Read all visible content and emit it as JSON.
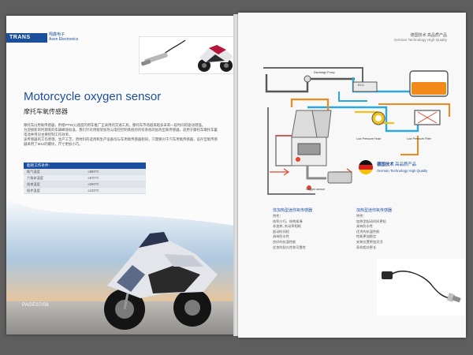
{
  "left_page": {
    "logo": {
      "brand": "TRANS",
      "cn": "翔鑫电子",
      "en": "Asen Electronics"
    },
    "title": "Motorcycle oxygen sensor",
    "subtitle": "摩托车氧传感器",
    "body_text": [
      "摩托车(I)用氧传感器，用相PTW(1)速度的用车推广正采用的交通工具，摩托车市场越来越多未来一段时间的驱动增强。",
      "为迎接新的时期来的车辆峰值标准，我们针对用框架加热与电控控制系统的所有系统的加热型氧传感器，适用于摩托车摩托车蓄电池并用对主要控制工作效率。",
      "该传感器的工作原理、生产工艺、原材料的选用和生产设备均与车用氧传感器相同，只需要对于汽车用氧传感器，设存型氧传感器采用了M12的螺纹，尺寸更加小巧。"
    ],
    "table": {
      "header": "能耗工作条件:",
      "rows": [
        [
          "氧气温度",
          "≤850℃"
        ],
        [
          "六角体温度",
          "≤570℃"
        ],
        [
          "线束温度",
          "≤260℃"
        ],
        [
          "插件温度",
          "≤120℃"
        ]
      ]
    },
    "page_number": "PAGE07/08"
  },
  "right_page": {
    "header_cn": "德国技术 高品质产品",
    "header_en": "German Technology High Quality",
    "diagram_labels": {
      "discharge_pump": "Discharge Pump",
      "ecu": "ECU",
      "low_pressure_hose": "Low Pressure Hose",
      "low_pressure_filter": "Low Pressure Filter",
      "oxygen_sensor": "Oxygen sensor"
    },
    "germany_badge": {
      "cn_bold": "德国技术",
      "cn": "高品质产品",
      "en": "German Technology High Quality"
    },
    "col_left": {
      "title": "非加热型迷你氧传感器",
      "items": [
        "特性：",
        "体积小巧，结构紧凑",
        "非加热, 先动率相耗",
        "起动时间短",
        "具有防水性",
        "良好的抗温性能",
        "优良的耐久性和可靠性"
      ]
    },
    "col_right": {
      "title": "加热型迷你氧传感器",
      "items": [
        "特性：",
        "加热型起动时间更短",
        "具有防水性",
        "优秀的抗温性能",
        "性能更加稳定",
        "安装位置更加灵活",
        "寿命相对更长"
      ]
    }
  },
  "colors": {
    "brand_blue": "#1a4e9f",
    "orange": "#f18a1b",
    "flow_blue": "#29a9e0",
    "yellow": "#f5c21b"
  }
}
